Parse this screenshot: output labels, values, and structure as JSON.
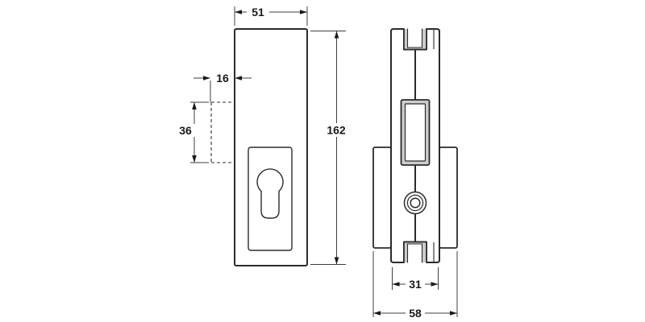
{
  "drawing": {
    "type": "technical-dimension-drawing",
    "views": [
      "front-elevation",
      "side-profile"
    ],
    "units_shown": "mm (implied, unlabeled)"
  },
  "dimensions": {
    "plate_width": "51",
    "plate_height": "162",
    "cylinder_offset": "16",
    "glass_cutout": "36",
    "body_depth": "31",
    "clamp_depth": "58"
  },
  "colors": {
    "background": "#ffffff",
    "outline": "#2b2b2b",
    "dimension_line": "#3f3f3f",
    "hatch_gray": "#cdcdcd",
    "text": "#1a1a1a"
  }
}
